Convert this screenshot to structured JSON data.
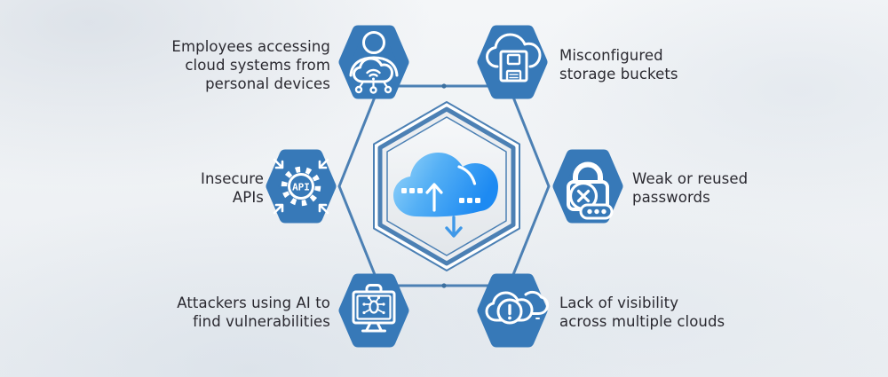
{
  "colors": {
    "hex_fill": "#3779b8",
    "connector": "#4c80b4",
    "junction_dot": "#3c6f9f",
    "center_ring": "#4c80b4",
    "text": "#2a2930",
    "cloud_gradient_start": "#9bd7fa",
    "cloud_gradient_end": "#1d8af2",
    "down_arrow": "#3f98e8",
    "background": "#eef1f4"
  },
  "center": {
    "icon": "cloud-upload-download-icon"
  },
  "nodes": [
    {
      "id": "personal-devices",
      "side": "left",
      "lines": [
        "Employees accessing",
        "cloud systems from",
        "personal devices"
      ],
      "icon": "user-cloud-network-icon"
    },
    {
      "id": "storage-buckets",
      "side": "right",
      "lines": [
        "Misconfigured",
        "storage buckets"
      ],
      "icon": "cloud-floppy-icon"
    },
    {
      "id": "insecure-apis",
      "side": "left",
      "lines": [
        "Insecure",
        "APIs"
      ],
      "icon": "api-gear-icon",
      "badge": "API"
    },
    {
      "id": "weak-passwords",
      "side": "right",
      "lines": [
        "Weak or reused",
        "passwords"
      ],
      "icon": "lock-error-password-icon"
    },
    {
      "id": "ai-attackers",
      "side": "left",
      "lines": [
        "Attackers using AI to",
        "find vulnerabilities"
      ],
      "icon": "monitor-ai-chip-icon"
    },
    {
      "id": "multicloud-visibility",
      "side": "right",
      "lines": [
        "Lack of visibility",
        "across multiple clouds"
      ],
      "icon": "clouds-alert-icon"
    }
  ]
}
